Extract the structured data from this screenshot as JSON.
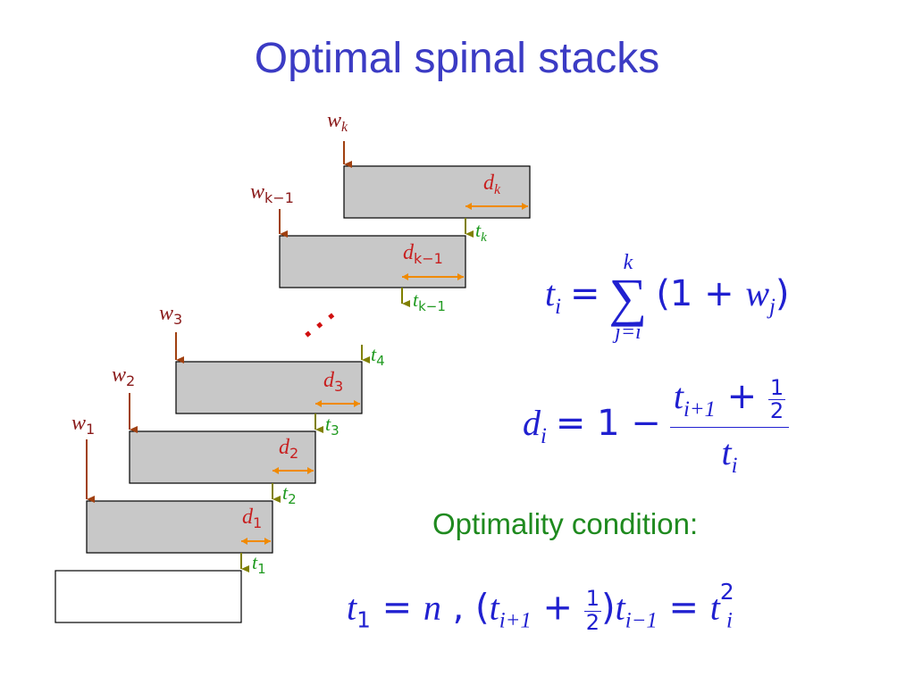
{
  "title": "Optimal spinal stacks",
  "colors": {
    "title": "#3b3bc4",
    "weight_label": "#8a1a1a",
    "weight_arrow": "#a04010",
    "d_label": "#c81e1e",
    "d_arrow": "#f08a00",
    "t_label": "#1f9a1f",
    "t_arrow": "#808000",
    "block_fill": "#c8c8c8",
    "equation": "#2020d0",
    "condition": "#1f8a1f",
    "dots": "#d01010"
  },
  "blocks": [
    {
      "w": "w",
      "w_sub": "1",
      "d": "d",
      "d_sub": "1",
      "t": "t",
      "t_sub": "1"
    },
    {
      "w": "w",
      "w_sub": "2",
      "d": "d",
      "d_sub": "2",
      "t": "t",
      "t_sub": "2"
    },
    {
      "w": "w",
      "w_sub": "3",
      "d": "d",
      "d_sub": "3",
      "t": "t",
      "t_sub": "3"
    },
    {
      "t": "t",
      "t_sub": "4"
    },
    {
      "w": "w",
      "w_sub": "k−1",
      "d": "d",
      "d_sub": "k−1",
      "t": "t",
      "t_sub": "k−1"
    },
    {
      "w": "w",
      "w_sub": "k",
      "d": "d",
      "d_sub": "k",
      "t": "t",
      "t_sub": "k"
    }
  ],
  "equations": {
    "t_def": {
      "lhs": "t",
      "lhs_sub": "i",
      "eq": "=",
      "sum_top": "k",
      "sum_sym": "∑",
      "sum_bottom": "j=i",
      "body_open": "(1 + ",
      "body_var": "w",
      "body_sub": "j",
      "body_close": ")"
    },
    "d_def": {
      "lhs": "d",
      "lhs_sub": "i",
      "eq": "= 1 −",
      "num_var": "t",
      "num_sub": "i+1",
      "num_plus": " + ",
      "half_n": "1",
      "half_d": "2",
      "den_var": "t",
      "den_sub": "i"
    },
    "condition_label": "Optimality condition:",
    "cond": {
      "t1": "t",
      "t1_sub": "1",
      "eq1": " = ",
      "n": "n",
      "sep": " ,  (",
      "a": "t",
      "a_sub": "i+1",
      "plus": " + ",
      "half_n": "1",
      "half_d": "2",
      "close": ")",
      "b": "t",
      "b_sub": "i−1",
      "eq2": " = ",
      "c": "t",
      "c_sub": "i",
      "c_sup": "2"
    }
  }
}
